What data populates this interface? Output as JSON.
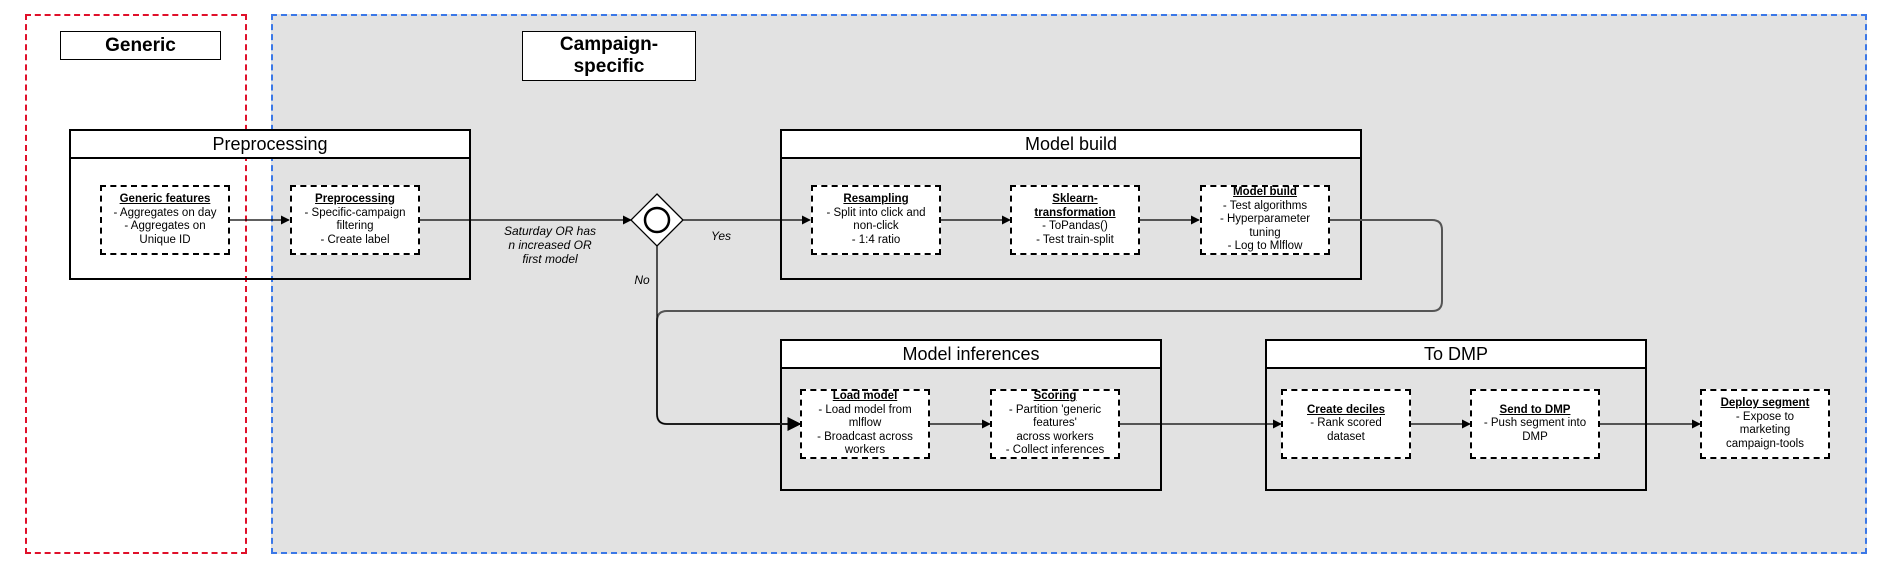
{
  "lanes": {
    "generic": {
      "label": "Generic"
    },
    "campaign": {
      "label": "Campaign-\nspecific"
    }
  },
  "groups": {
    "preprocessing": "Preprocessing",
    "model_build": "Model build",
    "model_inferences": "Model inferences",
    "to_dmp": "To DMP"
  },
  "steps": {
    "generic_features": {
      "title": "Generic features",
      "lines": [
        "- Aggregates on day",
        "- Aggregates on",
        "Unique ID"
      ]
    },
    "preprocessing": {
      "title": "Preprocessing",
      "lines": [
        "- Specific-campaign",
        "filtering",
        "- Create label"
      ]
    },
    "resampling": {
      "title": "Resampling",
      "lines": [
        "- Split into click and",
        "non-click",
        "- 1:4 ratio"
      ]
    },
    "sklearn": {
      "title": "Sklearn-\ntransformation",
      "lines": [
        "- ToPandas()",
        "- Test train-split"
      ]
    },
    "model_build": {
      "title": "Model build",
      "lines": [
        "- Test algorithms",
        "- Hyperparameter",
        "tuning",
        "- Log to Mlflow"
      ]
    },
    "load_model": {
      "title": "Load model",
      "lines": [
        "- Load model from",
        "mlflow",
        "- Broadcast across",
        "workers"
      ]
    },
    "scoring": {
      "title": "Scoring",
      "lines": [
        "- Partition 'generic",
        "features'",
        "across workers",
        "- Collect inferences"
      ]
    },
    "create_deciles": {
      "title": "Create deciles",
      "lines": [
        "- Rank scored",
        "dataset"
      ]
    },
    "send_to_dmp": {
      "title": "Send to DMP",
      "lines": [
        "- Push segment into",
        "DMP"
      ]
    },
    "deploy_segment": {
      "title": "Deploy segment",
      "lines": [
        "- Expose to",
        "marketing",
        "campaign-tools"
      ]
    }
  },
  "edge_labels": {
    "condition": "Saturday OR has\nn increased OR\nfirst model",
    "yes": "Yes",
    "no": "No"
  }
}
